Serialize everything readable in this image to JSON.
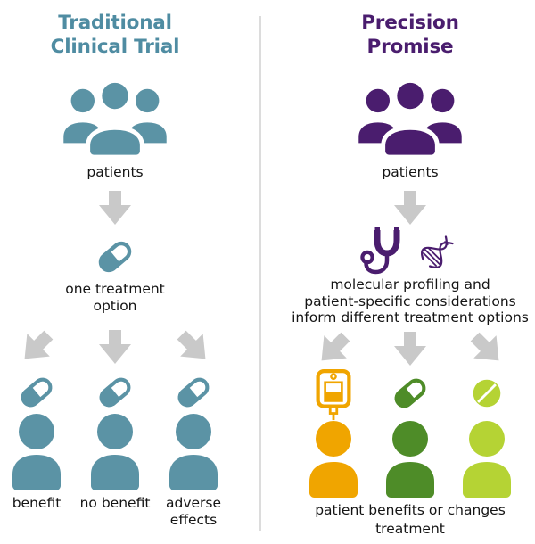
{
  "colors": {
    "teal_icon": "#5b93a5",
    "teal_title": "#4f8ca2",
    "purple": "#4a1d6e",
    "orange": "#f0a500",
    "green": "#4e8c28",
    "lime": "#b5d334",
    "arrow_gray": "#c9c9c9",
    "divider_gray": "#dcdcdc",
    "text": "#141414"
  },
  "left": {
    "title_line1": "Traditional",
    "title_line2": "Clinical Trial",
    "patients_label": "patients",
    "treatment_line1": "one treatment",
    "treatment_line2": "option",
    "outcomes": [
      {
        "label": "benefit"
      },
      {
        "label": "no benefit"
      },
      {
        "label": "adverse effects"
      }
    ]
  },
  "right": {
    "title_line1": "Precision",
    "title_line2": "Promise",
    "patients_label": "patients",
    "profiling_line1": "molecular profiling and",
    "profiling_line2": "patient-specific considerations",
    "profiling_line3": "inform different treatment options",
    "outcome_line1": "patient benefits or changes",
    "outcome_line2": "treatment"
  },
  "icons": {
    "patients_group": "patients-group-icon",
    "down_arrow": "down-arrow-icon",
    "pill": "pill-icon",
    "stethoscope": "stethoscope-icon",
    "dna": "dna-icon",
    "iv_bag": "iv-bag-icon",
    "tablet": "tablet-icon",
    "person": "person-icon"
  }
}
